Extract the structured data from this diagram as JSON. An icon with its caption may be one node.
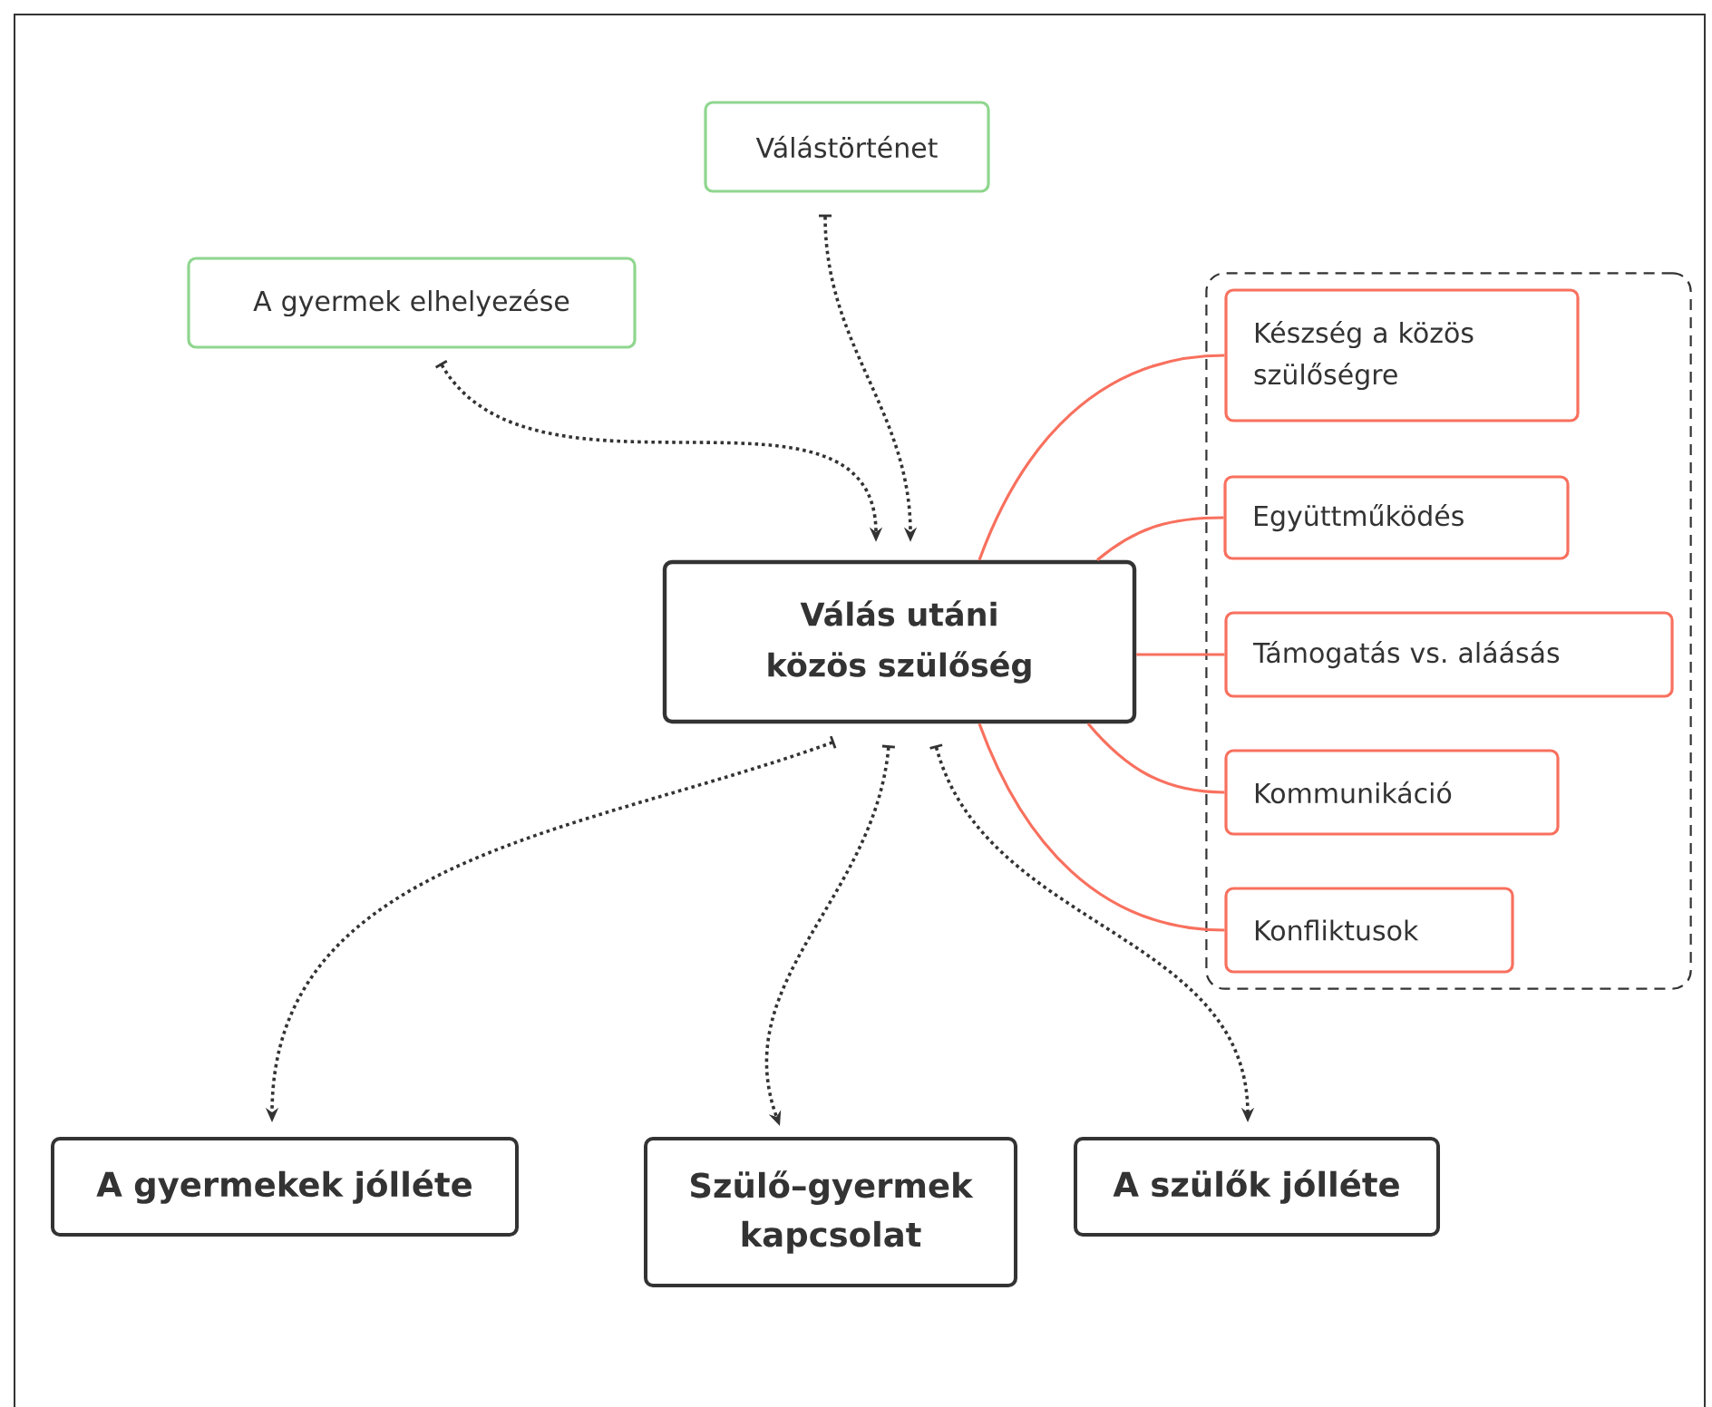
{
  "diagram": {
    "nodes": [
      {
        "text": [
          "Válástörténet"
        ]
      },
      {
        "text": [
          "A gyermek elhelyezése"
        ]
      },
      {
        "text": [
          "Válás utáni közös szülőség"
        ]
      },
      {
        "text": [],
        "shape": "box"
      },
      {
        "text": [
          "Készség a közös szülőségre"
        ],
        "in": 3
      },
      {
        "text": [
          "Együttműködés"
        ],
        "in": 3
      },
      {
        "text": [
          "Támogatás vs. aláásás"
        ],
        "in": 3
      },
      {
        "text": [
          "Kommunikáció"
        ],
        "in": 3
      },
      {
        "text": [
          "Konfliktusok"
        ],
        "in": 3
      },
      {
        "text": [
          "A gyermekek jólléte"
        ]
      },
      {
        "text": [
          "Szülő–gyermek kapcsolat"
        ]
      },
      {
        "text": [
          "A szülők jólléte"
        ]
      }
    ],
    "edges": [
      {
        "from": 1,
        "to": 2,
        "arrow": "to",
        "style": "dashed"
      },
      {
        "from": 0,
        "to": 2,
        "arrow": "to",
        "style": "dashed"
      },
      {
        "from": 2,
        "to": 9,
        "arrow": "to",
        "style": "dashed"
      },
      {
        "from": 2,
        "to": 10,
        "arrow": "to",
        "style": "dashed"
      },
      {
        "from": 2,
        "to": 11,
        "arrow": "to",
        "style": "dashed"
      },
      {
        "from": 2,
        "to": 4,
        "arrow": "none",
        "color": "#f8705e"
      },
      {
        "from": 2,
        "to": 5,
        "arrow": "none",
        "color": "#f8705e"
      },
      {
        "from": 2,
        "to": 6,
        "arrow": "none",
        "color": "#f8705e"
      },
      {
        "from": 2,
        "to": 7,
        "arrow": "none",
        "color": "#f8705e"
      },
      {
        "from": 2,
        "to": 8,
        "arrow": "none",
        "color": "#f8705e"
      }
    ]
  }
}
